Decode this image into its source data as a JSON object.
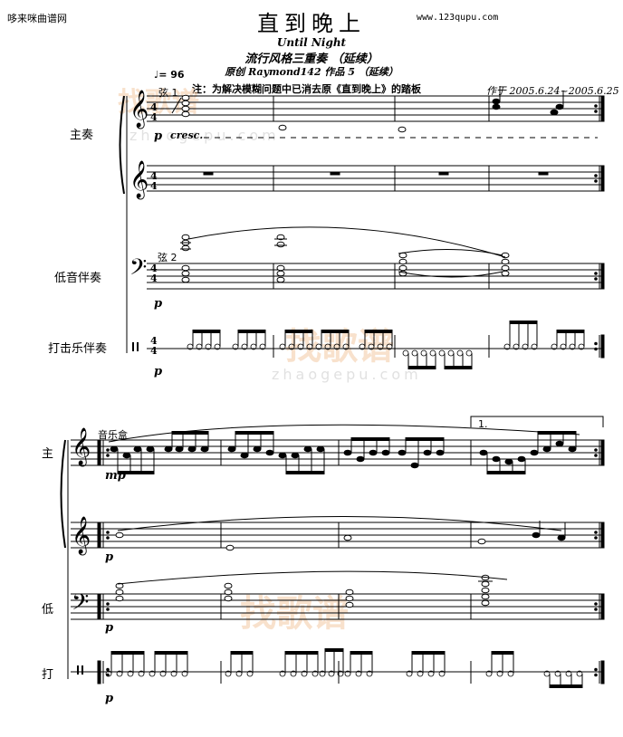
{
  "header": {
    "site_left": "哆来咪曲谱网",
    "title": "直到晚上",
    "site_right": "www.123qupu.com",
    "subtitle_en": "Until Night",
    "subtitle_cn": "流行风格三重奏 （延续）",
    "credit": "原创 Raymond142 作品 5 （延续）",
    "tempo": "♩= 96",
    "note": "注：为解决模糊问题中已消去原《直到晚上》的踏板",
    "date": "作于 2005.6.24~2005.6.25"
  },
  "system1": {
    "label_main": "主奏",
    "label_bass": "低音伴奏",
    "label_perc": "打击乐伴奏",
    "marker_xian1": "弦 1",
    "marker_xian2": "弦 2",
    "cresc": "cresc.",
    "dyn_main": "p",
    "dyn_bass": "p",
    "dyn_perc": "p"
  },
  "system2": {
    "label_main": "主",
    "label_bass": "低",
    "label_perc": "打",
    "marker_music_box": "音乐盒",
    "volta": "1.",
    "dyn_main": "mp",
    "dyn_main2": "p",
    "dyn_bass": "p",
    "dyn_perc": "p"
  },
  "watermarks": {
    "brand": "找歌谱",
    "domain": "zhaogepu.com"
  }
}
